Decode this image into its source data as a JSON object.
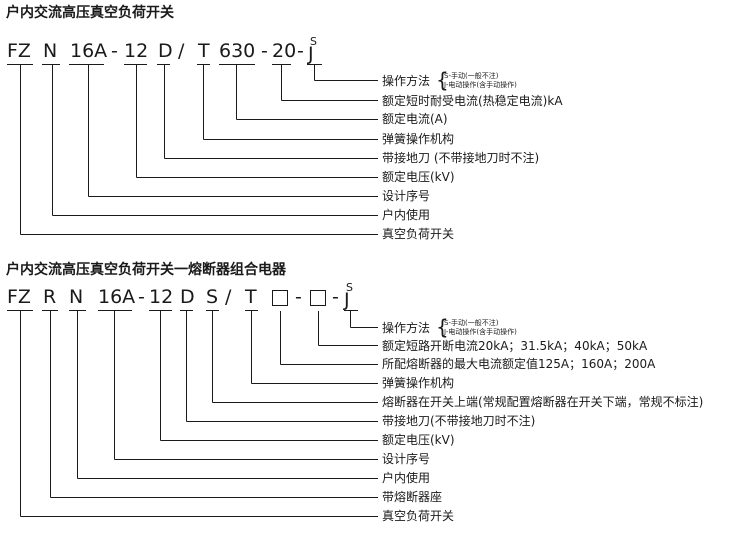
{
  "diagram1": {
    "title": "户内交流高压真空负荷开关",
    "code": [
      "FZ",
      "N",
      "16A",
      "-",
      "12",
      "D",
      "/",
      "T",
      "630",
      "-",
      "20",
      "-",
      "J"
    ],
    "sup": "S",
    "method": {
      "label": "操作方法",
      "s": "S-手动(一般不注)",
      "j": "J-电动操作(含手动操作)"
    },
    "items": [
      "额定短时耐受电流(热稳定电流)kA",
      "额定电流(A)",
      "弹簧操作机构",
      "带接地刀 (不带接地刀时不注)",
      "额定电压(kV)",
      "设计序号",
      "户内使用",
      "真空负荷开关"
    ]
  },
  "diagram2": {
    "title": "户内交流高压真空负荷开关一熔断器组合电器",
    "code": [
      "FZ",
      "R",
      "N",
      "16A",
      "-",
      "12",
      "D",
      "S",
      "/",
      "T",
      "-",
      "-",
      "J"
    ],
    "sup": "S",
    "method": {
      "label": "操作方法",
      "s": "S-手动(一般不注)",
      "j": "J-电动操作(含手动操作)"
    },
    "items": [
      "额定短路开断电流20kA；31.5kA；40kA；50kA",
      "所配熔断器的最大电流额定值125A；160A；200A",
      "弹簧操作机构",
      "熔断器在开关上端(常规配置熔断器在开关下端，常规不标注)",
      "带接地刀(不带接地刀时不注)",
      "额定电压(kV)",
      "设计序号",
      "户内使用",
      "带熔断器座",
      "真空负荷开关"
    ]
  }
}
